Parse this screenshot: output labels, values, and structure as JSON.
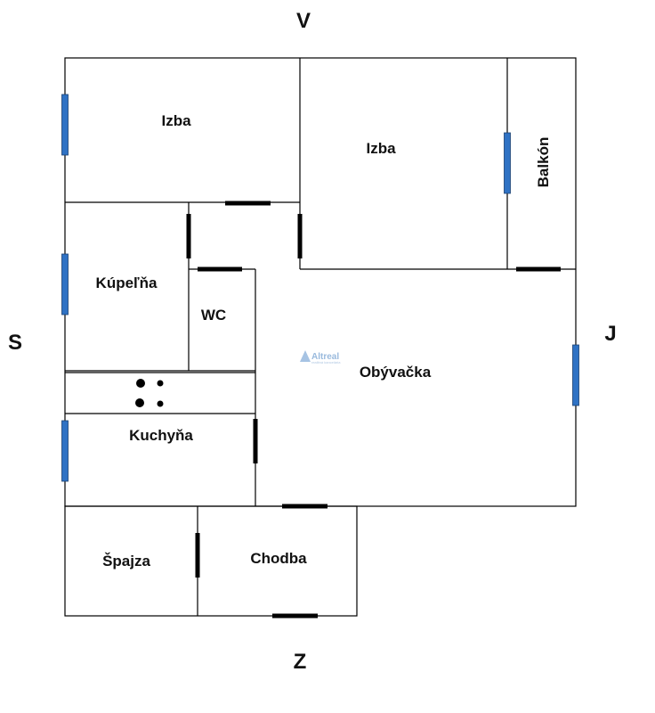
{
  "compass": {
    "north": "V",
    "south": "Z",
    "west": "S",
    "east": "J"
  },
  "rooms": {
    "izba_left": "Izba",
    "izba_right": "Izba",
    "balkon": "Balkón",
    "kupelna": "Kúpeľňa",
    "wc": "WC",
    "obyvacka": "Obývačka",
    "kuchyna": "Kuchyňa",
    "spajza": "Špajza",
    "chodba": "Chodba"
  },
  "watermark": {
    "brand": "Altreal",
    "tagline": "realitná kancelária"
  },
  "colors": {
    "window": "#2f72c4",
    "wall": "#000000",
    "background": "#ffffff"
  }
}
